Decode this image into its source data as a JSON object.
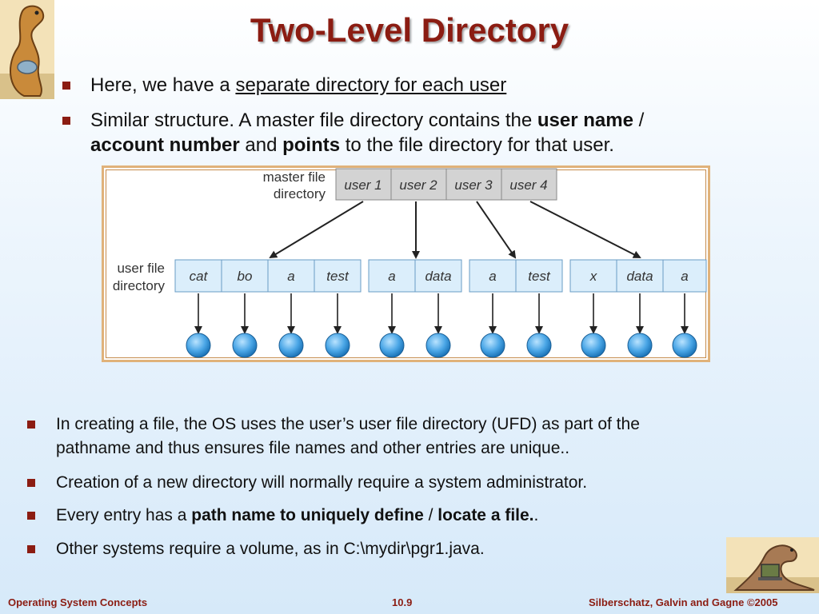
{
  "title": "Two-Level Directory",
  "bullets_top": [
    {
      "prefix": "Here, we have a ",
      "underlined": "separate directory for each user"
    },
    {
      "line1_a": "Similar structure.  A master file directory contains the ",
      "line1_bold": "user name",
      "line1_b": " /",
      "line2_bold1": "account number",
      "line2_a": " and ",
      "line2_bold2": "points",
      "line2_b": " to the file directory for that user."
    }
  ],
  "diagram": {
    "master_label_1": "master file",
    "master_label_2": "directory",
    "users": [
      "user 1",
      "user 2",
      "user 3",
      "user 4"
    ],
    "ufd_label_1": "user file",
    "ufd_label_2": "directory",
    "groups": [
      [
        "cat",
        "bo",
        "a",
        "test"
      ],
      [
        "a",
        "data"
      ],
      [
        "a",
        "test"
      ],
      [
        "x",
        "data",
        "a"
      ]
    ]
  },
  "bullets_bottom": [
    {
      "line1": "In creating a file, the OS uses the user’s user file directory (UFD) as part of the",
      "line2": "pathname and thus ensures file names and other entries are unique.."
    },
    {
      "text": "Creation of a new directory will normally require a system administrator."
    },
    {
      "a": "Every entry has a ",
      "bold1": "path name to uniquely define",
      "b": " / ",
      "bold2": "locate a file.",
      "c": "."
    },
    {
      "text": "Other systems require a volume, as in C:\\mydir\\pgr1.java."
    }
  ],
  "footer": {
    "left": "Operating System Concepts",
    "center": "10.9",
    "right": "Silberschatz, Galvin and Gagne ©2005"
  },
  "colors": {
    "title": "#8b1c12",
    "box_fill": "#dbeefb",
    "user_fill": "#d3d3d3",
    "file_circle": "#4aa6e6"
  }
}
